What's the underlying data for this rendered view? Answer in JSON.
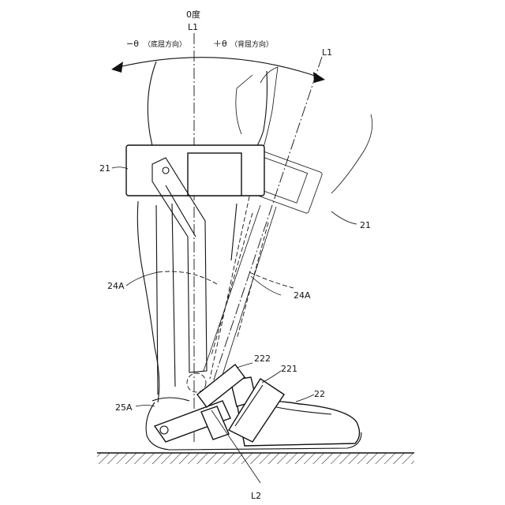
{
  "labels": {
    "zero_deg": "0度",
    "axis_l1_top": "L1",
    "axis_l1_tilted": "L1",
    "axis_l2": "L2",
    "minus_theta": "−θ",
    "minus_theta_note": "（底屈方向）",
    "plus_theta": "＋θ",
    "plus_theta_note": "（背屈方向）",
    "ref_21_left": "21",
    "ref_21_right": "21",
    "ref_24a_left": "24A",
    "ref_24a_right": "24A",
    "ref_222": "222",
    "ref_221": "221",
    "ref_22": "22",
    "ref_25a": "25A"
  }
}
